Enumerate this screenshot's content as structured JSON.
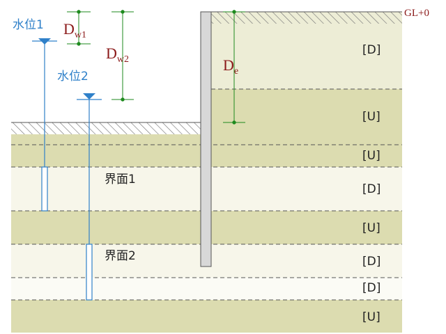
{
  "ground_level_label": "GL+0",
  "right_layers": [
    {
      "label": "[D]",
      "type": "D"
    },
    {
      "label": "[U]",
      "type": "U"
    },
    {
      "label": "[U]",
      "type": "U"
    },
    {
      "label": "[D]",
      "type": "D"
    },
    {
      "label": "[U]",
      "type": "U"
    },
    {
      "label": "[D]",
      "type": "D"
    },
    {
      "label": "[D]",
      "type": "D"
    },
    {
      "label": "[U]",
      "type": "U"
    }
  ],
  "water_levels": [
    {
      "label": "水位1"
    },
    {
      "label": "水位2"
    }
  ],
  "interfaces": [
    {
      "label": "界面1"
    },
    {
      "label": "界面2"
    }
  ],
  "dimensions": {
    "dw1": {
      "main": "D",
      "sub": "w1"
    },
    "dw2": {
      "main": "D",
      "sub": "w2"
    },
    "de": {
      "main": "D",
      "sub": "e"
    }
  },
  "colors": {
    "layer_D": "#f7f6ea",
    "layer_U": "#dcdcb0",
    "layer_top": "#ededd6",
    "water": "#2f80c9",
    "dimension": "#1e8a1e",
    "dimension_text": "#8b1a1a",
    "wall_fill": "#d8d8d8"
  }
}
